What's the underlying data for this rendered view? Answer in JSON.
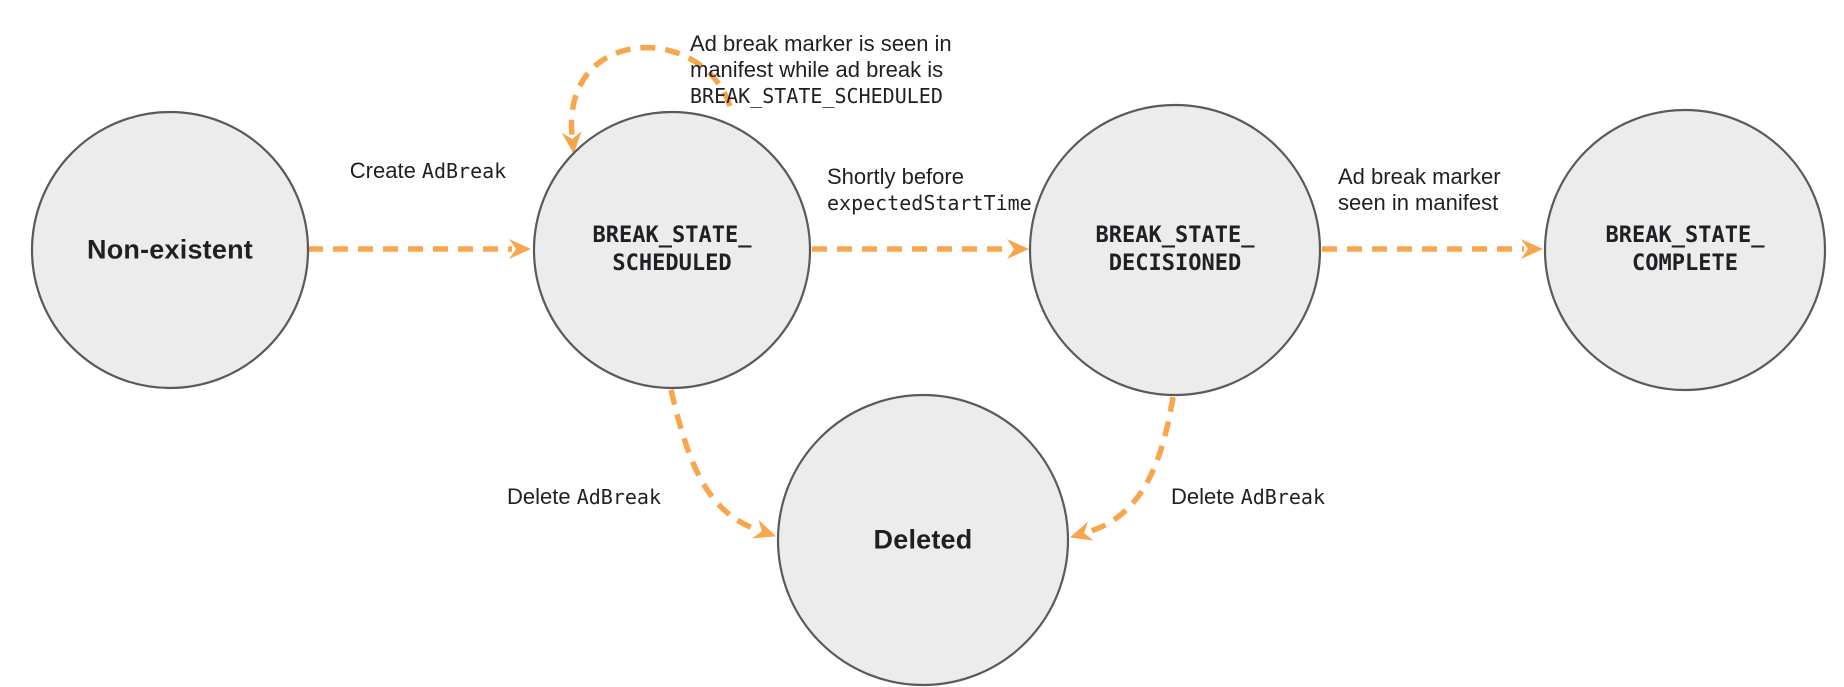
{
  "colors": {
    "arrow": "#F8A64D",
    "circle_fill": "#ECECEC",
    "circle_stroke": "#5A5A5C",
    "ink": "#1F2023"
  },
  "states": [
    {
      "id": "non-existent",
      "label": "Non-existent"
    },
    {
      "id": "break-state-scheduled",
      "line1": "BREAK_STATE_",
      "line2": "SCHEDULED"
    },
    {
      "id": "break-state-decisioned",
      "line1": "BREAK_STATE_",
      "line2": "DECISIONED"
    },
    {
      "id": "break-state-complete",
      "line1": "BREAK_STATE_",
      "line2": "COMPLETE"
    },
    {
      "id": "deleted",
      "label": "Deleted"
    }
  ],
  "edges": {
    "create": {
      "text": "Create ",
      "code": "AdBreak"
    },
    "self_loop": {
      "line1": "Ad break marker is seen in",
      "line2": "manifest while ad break is",
      "code": "BREAK_STATE_SCHEDULED"
    },
    "decision": {
      "text": "Shortly before",
      "code": "expectedStartTime"
    },
    "complete": {
      "line1": "Ad break marker",
      "line2": "seen in manifest"
    },
    "delete_scheduled": {
      "text": "Delete ",
      "code": "AdBreak"
    },
    "delete_decisioned": {
      "text": "Delete ",
      "code": "AdBreak"
    }
  }
}
